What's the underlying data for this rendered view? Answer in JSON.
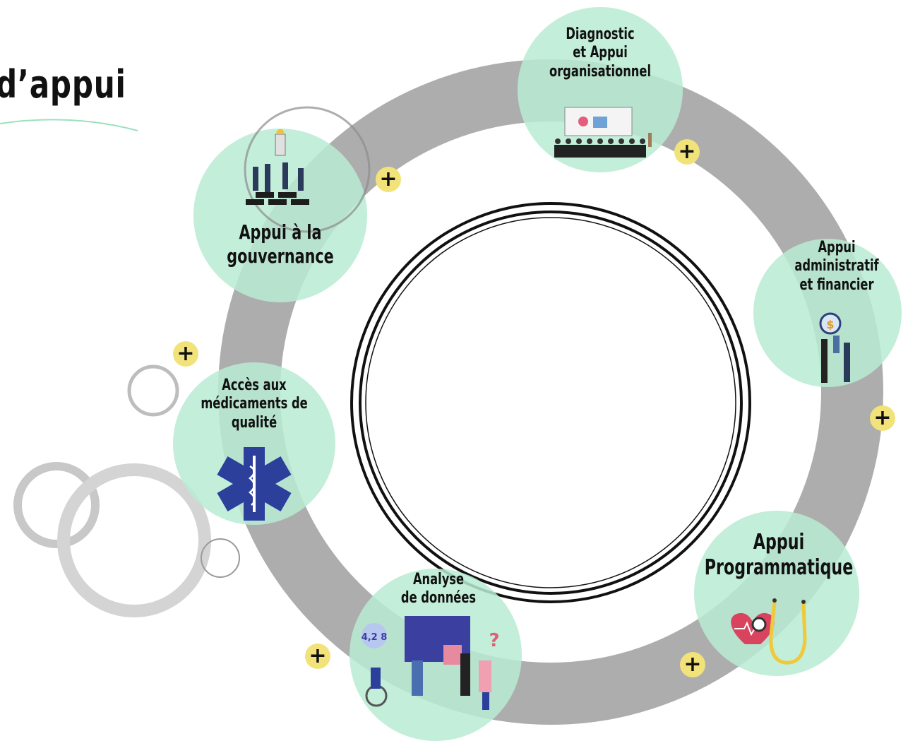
{
  "title": "d’appui",
  "nodes": [
    {
      "id": "diagnostic",
      "label_lines": [
        "Diagnostic",
        "et Appui",
        "organisationnel"
      ]
    },
    {
      "id": "gouvernance",
      "label_lines": [
        "Appui à la",
        "gouvernance"
      ]
    },
    {
      "id": "administratif",
      "label_lines": [
        "Appui",
        "administratif",
        "et financier"
      ]
    },
    {
      "id": "medicaments",
      "label_lines": [
        "Accès aux",
        "médicaments de",
        "qualité"
      ]
    },
    {
      "id": "programmatique",
      "label_lines": [
        "Appui",
        "Programmatique"
      ]
    },
    {
      "id": "donnees",
      "label_lines": [
        "Analyse",
        "de données"
      ]
    }
  ],
  "plus_symbol": "+",
  "math_glyph": "4,2 8",
  "question_glyph": "?",
  "coin_glyph": "$",
  "colors": {
    "ring": "#a9a9a9",
    "node_fill": "#b9ebd3",
    "plus_fill": "#f2e27a",
    "deco_ring": "#cccccc",
    "star_blue": "#2b3f9b",
    "board": "#3a3fa0",
    "underline": "#9be0bf"
  }
}
